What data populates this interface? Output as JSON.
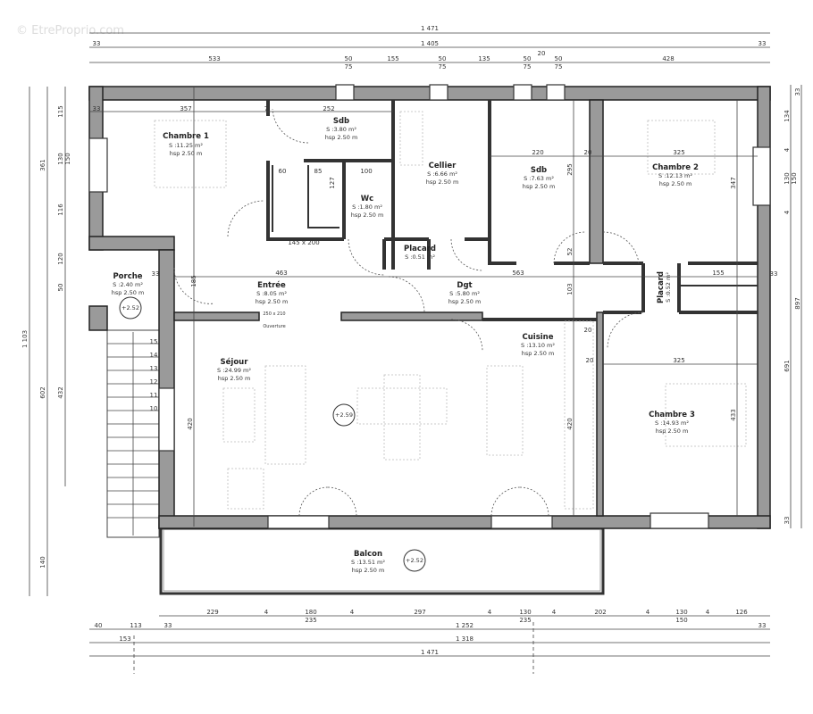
{
  "watermark": "© EtreProprio.com",
  "rooms": [
    {
      "name": "Chambre 1",
      "area": "S :11.25 m²",
      "height": "hsp 2.50 m"
    },
    {
      "name": "Sdb",
      "area": "S :3.80 m²",
      "height": "hsp 2.50 m"
    },
    {
      "name": "Wc",
      "area": "S :1.80 m²",
      "height": "hsp 2.50 m"
    },
    {
      "name": "Cellier",
      "area": "S :6.66 m²",
      "height": "hsp 2.50 m"
    },
    {
      "name": "Sdb",
      "area": "S :7.63 m²",
      "height": "hsp 2.50 m"
    },
    {
      "name": "Chambre 2",
      "area": "S :12.13 m²",
      "height": "hsp 2.50 m"
    },
    {
      "name": "Placard",
      "area": "S :0.51 m²"
    },
    {
      "name": "Porche",
      "area": "S :2.40 m²",
      "height": "hsp 2.50 m"
    },
    {
      "name": "Entrée",
      "area": "S :8.05 m²",
      "height": "hsp 2.50 m"
    },
    {
      "name": "Dgt",
      "area": "S :5.80 m²",
      "height": "hsp 2.50 m"
    },
    {
      "name": "Placard",
      "area": "S :0.52 m²"
    },
    {
      "name": "Séjour",
      "area": "S :24.99 m²",
      "height": "hsp 2.50 m"
    },
    {
      "name": "Cuisine",
      "area": "S :13.10 m²",
      "height": "hsp 2.50 m"
    },
    {
      "name": "Chambre 3",
      "area": "S :14.93 m²",
      "height": "hsp 2.50 m"
    },
    {
      "name": "Balcon",
      "area": "S :13.51 m²",
      "height": "hsp 2.50 m"
    }
  ],
  "levels": [
    "+2.52",
    "+2.59",
    "+2.52"
  ],
  "opening": {
    "size": "250 x 210",
    "label": "Ouverture"
  },
  "dimensions": {
    "top": [
      "1 471",
      "33",
      "1 405",
      "33",
      "533",
      "50",
      "75",
      "155",
      "50",
      "75",
      "135",
      "50",
      "75",
      "20",
      "50",
      "75",
      "428"
    ],
    "bottom": [
      "229",
      "4",
      "180",
      "235",
      "4",
      "297",
      "4",
      "130",
      "235",
      "4",
      "202",
      "4",
      "130",
      "150",
      "4",
      "126",
      "40",
      "113",
      "33",
      "1 252",
      "33",
      "153",
      "1 318",
      "1 471"
    ],
    "left": [
      "1 103",
      "361",
      "602",
      "140",
      "115",
      "130",
      "150",
      "116",
      "120",
      "50",
      "432"
    ],
    "right": [
      "134",
      "4",
      "130",
      "150",
      "4",
      "691",
      "33",
      "33",
      "897"
    ],
    "interior": [
      "33",
      "357",
      "252",
      "7",
      "60",
      "85",
      "127",
      "100",
      "145 x 200",
      "220",
      "20",
      "325",
      "295",
      "347",
      "463",
      "563",
      "155",
      "103",
      "52",
      "325",
      "433",
      "420",
      "420",
      "20",
      "20",
      "33",
      "33",
      "185",
      "15",
      "14",
      "13",
      "12",
      "11",
      "10"
    ]
  },
  "colors": {
    "wall": "#9a9a9a",
    "line": "#333333"
  }
}
